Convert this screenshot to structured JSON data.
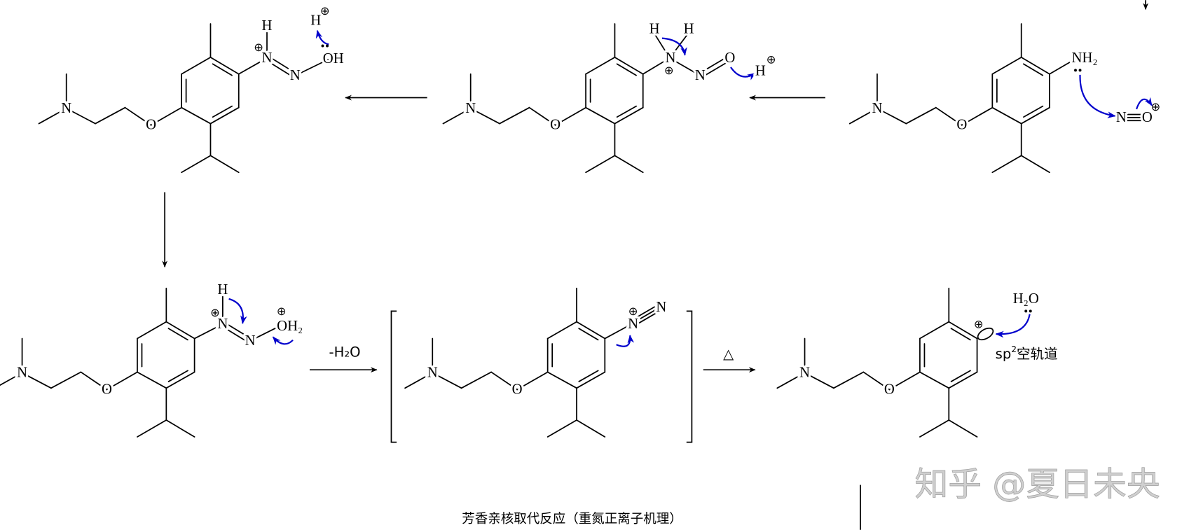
{
  "caption": "芳香亲核取代反应（重氮正离子机理）",
  "watermark": "知乎 @夏日未央",
  "conditions": {
    "dehydration": "-H₂O",
    "heat": "△"
  },
  "atoms": {
    "amine_n": "N",
    "ether_o": "O"
  },
  "charge_symbol": "⊕",
  "species": {
    "m1": {
      "n1": "N",
      "h": "H",
      "n2": "N",
      "oh": "OH",
      "proton": "H"
    },
    "m2": {
      "n1": "N",
      "h_a": "H",
      "h_b": "H",
      "n2": "N",
      "o": "O",
      "proton": "H"
    },
    "m3": {
      "nh2": "NH₂",
      "n": "N",
      "o": "O"
    },
    "m4": {
      "n1": "N",
      "h": "H",
      "n2": "N",
      "oh2": "OH₂"
    },
    "m5": {
      "n1": "N",
      "n2": "N"
    },
    "m6": {
      "water": "H₂O",
      "orbital_prefix": "sp",
      "orbital_sup": "2",
      "orbital_label": "空轨道"
    }
  },
  "colors": {
    "electron_arrow": "#0000cc",
    "bond": "#000000",
    "watermark": "#cfcfcf"
  }
}
